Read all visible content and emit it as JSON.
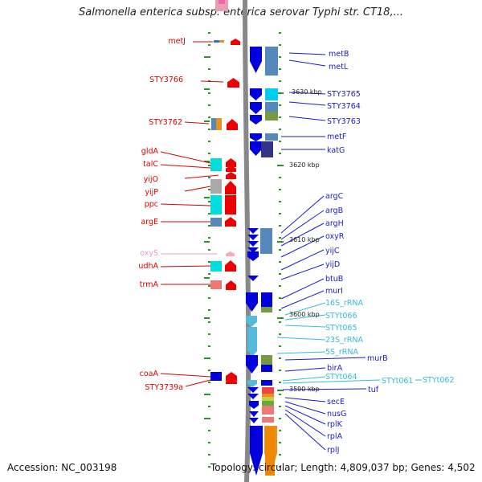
{
  "header": {
    "title": "Salmonella enterica subsp. enterica serovar Typhi str. CT18,..."
  },
  "footer": {
    "accession": "Accession: NC_003198",
    "topology": "Topology: circular; Length: 4,809,037 bp; Genes: 4,502"
  },
  "colors": {
    "left_label": "#dd0000",
    "right_label": "#1a1acc",
    "rna_label": "#33bbdd",
    "faint_label": "#ee99cc",
    "backbone": "#888888",
    "tick": "#229922"
  },
  "scale_labels": [
    "3630 kbp",
    "3620 kbp",
    "3610 kbp",
    "3600 kbp",
    "3590 kbp"
  ],
  "left_genes": [
    {
      "label": "metJ",
      "tone": "normal"
    },
    {
      "label": "STY3766",
      "tone": "normal"
    },
    {
      "label": "STY3762",
      "tone": "normal"
    },
    {
      "label": "gldA",
      "tone": "normal"
    },
    {
      "label": "talC",
      "tone": "normal"
    },
    {
      "label": "yijO",
      "tone": "normal"
    },
    {
      "label": "yijP",
      "tone": "normal"
    },
    {
      "label": "ppc",
      "tone": "normal"
    },
    {
      "label": "argE",
      "tone": "normal"
    },
    {
      "label": "oxyS",
      "tone": "faint"
    },
    {
      "label": "udhA",
      "tone": "normal"
    },
    {
      "label": "trmA",
      "tone": "normal"
    },
    {
      "label": "coaA",
      "tone": "normal"
    },
    {
      "label": "STY3739a",
      "tone": "normal"
    }
  ],
  "right_genes": [
    {
      "label": "metB",
      "tone": "protein"
    },
    {
      "label": "metL",
      "tone": "protein"
    },
    {
      "label": "STY3765",
      "tone": "protein"
    },
    {
      "label": "STY3764",
      "tone": "protein"
    },
    {
      "label": "STY3763",
      "tone": "protein"
    },
    {
      "label": "metF",
      "tone": "protein"
    },
    {
      "label": "katG",
      "tone": "protein"
    },
    {
      "label": "argC",
      "tone": "protein"
    },
    {
      "label": "argB",
      "tone": "protein"
    },
    {
      "label": "argH",
      "tone": "protein"
    },
    {
      "label": "oxyR",
      "tone": "protein"
    },
    {
      "label": "yijC",
      "tone": "protein"
    },
    {
      "label": "yijD",
      "tone": "protein"
    },
    {
      "label": "btuB",
      "tone": "protein"
    },
    {
      "label": "murI",
      "tone": "protein"
    },
    {
      "label": "16S_rRNA",
      "tone": "rna"
    },
    {
      "label": "STYt066",
      "tone": "rna"
    },
    {
      "label": "STYt065",
      "tone": "rna"
    },
    {
      "label": "23S_rRNA",
      "tone": "rna"
    },
    {
      "label": "5S_rRNA",
      "tone": "rna"
    },
    {
      "label": "murB",
      "tone": "protein"
    },
    {
      "label": "birA",
      "tone": "protein"
    },
    {
      "label": "STYt064",
      "tone": "rna"
    },
    {
      "label": "STYt061",
      "tone": "rna"
    },
    {
      "label": "STYt062",
      "tone": "rna"
    },
    {
      "label": "tuf",
      "tone": "protein"
    },
    {
      "label": "secE",
      "tone": "protein"
    },
    {
      "label": "nusG",
      "tone": "protein"
    },
    {
      "label": "rplK",
      "tone": "protein"
    },
    {
      "label": "rplA",
      "tone": "protein"
    },
    {
      "label": "rplJ",
      "tone": "protein"
    }
  ]
}
